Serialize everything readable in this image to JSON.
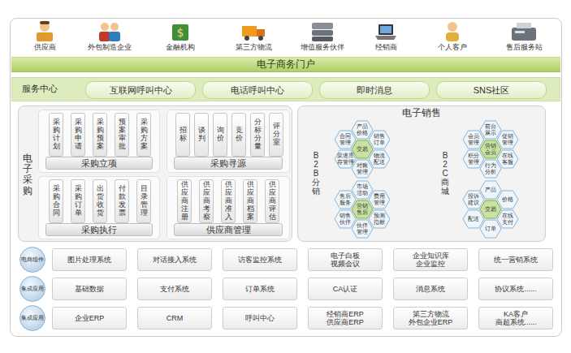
{
  "diagram": {
    "nodes": [
      {
        "text": [
          "电子商务门户"
        ]
      },
      {
        "text": [
          "服务中心"
        ]
      },
      {
        "text": [
          "互联网呼叫中心"
        ],
        "in": 1
      },
      {
        "text": [
          "电话呼叫中心"
        ],
        "in": 1
      },
      {
        "text": [
          "即时消息"
        ],
        "in": 1
      },
      {
        "text": [
          "SNS社区"
        ],
        "in": 1
      },
      {
        "text": [
          "电子采购"
        ]
      },
      {
        "text": [
          "采购立项"
        ],
        "in": 6
      },
      {
        "text": [
          "采购计划"
        ],
        "in": 7
      },
      {
        "text": [
          "采购申请"
        ],
        "in": 7
      },
      {
        "text": [
          "采购预案"
        ],
        "in": 7
      },
      {
        "text": [
          "预案审批"
        ],
        "in": 7
      },
      {
        "text": [
          "采购方案"
        ],
        "in": 7
      },
      {
        "text": [
          "采购寻源"
        ],
        "in": 6
      },
      {
        "text": [
          "招标"
        ],
        "in": 13
      },
      {
        "text": [
          "谈判"
        ],
        "in": 13
      },
      {
        "text": [
          "询价"
        ],
        "in": 13
      },
      {
        "text": [
          "竞价"
        ],
        "in": 13
      },
      {
        "text": [
          "分标分量"
        ],
        "in": 13
      },
      {
        "text": [
          "评分室"
        ],
        "in": 13
      },
      {
        "text": [
          "采购执行"
        ],
        "in": 6
      },
      {
        "text": [
          "采购合同"
        ],
        "in": 20
      },
      {
        "text": [
          "采购订单"
        ],
        "in": 20
      },
      {
        "text": [
          "出货收货"
        ],
        "in": 20
      },
      {
        "text": [
          "付款发票"
        ],
        "in": 20
      },
      {
        "text": [
          "目录管理"
        ],
        "in": 20
      },
      {
        "text": [
          "供应商管理"
        ],
        "in": 6
      },
      {
        "text": [
          "供应商注册"
        ],
        "in": 26
      },
      {
        "text": [
          "供应商考察"
        ],
        "in": 26
      },
      {
        "text": [
          "供应商准入"
        ],
        "in": 26
      },
      {
        "text": [
          "供应商档案"
        ],
        "in": 26
      },
      {
        "text": [
          "供应商评估"
        ],
        "in": 26
      },
      {
        "text": [
          "电子销售"
        ]
      },
      {
        "text": [
          "合同 管理"
        ],
        "in": 32
      },
      {
        "text": [
          "产品 价格"
        ],
        "in": 32
      },
      {
        "text": [
          "销售 订单"
        ],
        "in": 32
      },
      {
        "text": [
          "交易"
        ],
        "in": 32
      },
      {
        "text": [
          "渠道库 存管理"
        ],
        "in": 32
      },
      {
        "text": [
          "对账 管理"
        ],
        "in": 32
      },
      {
        "text": [
          "物流 配送"
        ],
        "in": 32
      },
      {
        "text": [
          "售后 服务"
        ],
        "in": 32
      },
      {
        "text": [
          "市场 活动"
        ],
        "in": 32
      },
      {
        "text": [
          "费用 管理"
        ],
        "in": 32
      },
      {
        "text": [
          "营销 售后"
        ],
        "in": 32
      },
      {
        "text": [
          "销售 伙伴"
        ],
        "in": 32
      },
      {
        "text": [
          "伙伴 管理"
        ],
        "in": 32
      },
      {
        "text": [
          "预测 指标"
        ],
        "in": 32
      },
      {
        "text": [
          "会员 管理"
        ],
        "in": 32
      },
      {
        "text": [
          "前台 展示"
        ],
        "in": 32
      },
      {
        "text": [
          "促销 管理"
        ],
        "in": 32
      },
      {
        "text": [
          "营销 会员"
        ],
        "in": 32
      },
      {
        "text": [
          "积分 管理"
        ],
        "in": 32
      },
      {
        "text": [
          "行为 分析"
        ],
        "in": 32
      },
      {
        "text": [
          "在线 客服"
        ],
        "in": 32
      },
      {
        "text": [
          "投诉 建议"
        ],
        "in": 32
      },
      {
        "text": [
          "产品"
        ],
        "in": 32
      },
      {
        "text": [
          "价格"
        ],
        "in": 32
      },
      {
        "text": [
          "交易"
        ],
        "in": 32
      },
      {
        "text": [
          "配送"
        ],
        "in": 32
      },
      {
        "text": [
          "订单"
        ],
        "in": 32
      },
      {
        "text": [
          "在线 支付"
        ],
        "in": 32
      },
      {
        "text": [
          "电商组件"
        ]
      },
      {
        "text": [
          "图片处理系统"
        ]
      },
      {
        "text": [
          "对话接入系统"
        ]
      },
      {
        "text": [
          "访客监控系统"
        ]
      },
      {
        "text": [
          "电子白板 视频会议"
        ]
      },
      {
        "text": [
          "企业知识库 企业监控"
        ]
      },
      {
        "text": [
          "统一营销系统"
        ]
      },
      {
        "text": [
          "集成应用"
        ]
      },
      {
        "text": [
          "基础数据"
        ]
      },
      {
        "text": [
          "支付系统"
        ]
      },
      {
        "text": [
          "订单系统"
        ]
      },
      {
        "text": [
          "CA认证"
        ]
      },
      {
        "text": [
          "消息系统"
        ]
      },
      {
        "text": [
          "协议系统......"
        ]
      },
      {
        "text": [
          "集成应用"
        ]
      },
      {
        "text": [
          "企业ERP"
        ]
      },
      {
        "text": [
          "CRM"
        ]
      },
      {
        "text": [
          "呼叫中心"
        ]
      },
      {
        "text": [
          "经销商ERP 供应商ERP"
        ]
      },
      {
        "text": [
          "第三方物流 外包企业ERP"
        ]
      },
      {
        "text": [
          "KA客户 商超系统......"
        ]
      }
    ],
    "labels": [
      "供应商",
      "外包制造企业",
      "金融机构",
      "第三方物流",
      "增值服务伙伴",
      "经销商",
      "个人客户",
      "售后服务站",
      "B2B分销",
      "B2C商城"
    ]
  }
}
